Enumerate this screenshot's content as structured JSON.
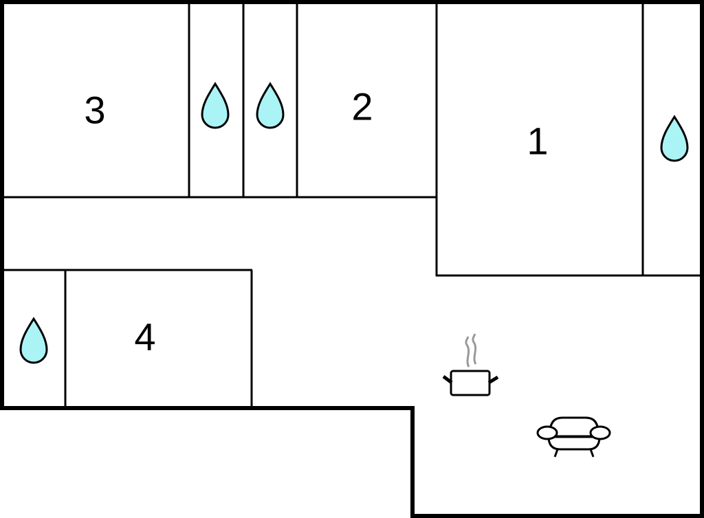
{
  "title": "Floor plan",
  "rooms": [
    {
      "label": "3",
      "type": "bedroom"
    },
    {
      "label": "2",
      "type": "bedroom"
    },
    {
      "label": "1",
      "type": "bedroom"
    },
    {
      "label": "4",
      "type": "bedroom"
    }
  ],
  "icons": {
    "bathroom": "water-drop-icon",
    "kitchen": "cooking-pot-icon",
    "living": "sofa-icon"
  },
  "colors": {
    "water": "#aaf4f6",
    "steam": "#999999",
    "lines": "#000000"
  }
}
